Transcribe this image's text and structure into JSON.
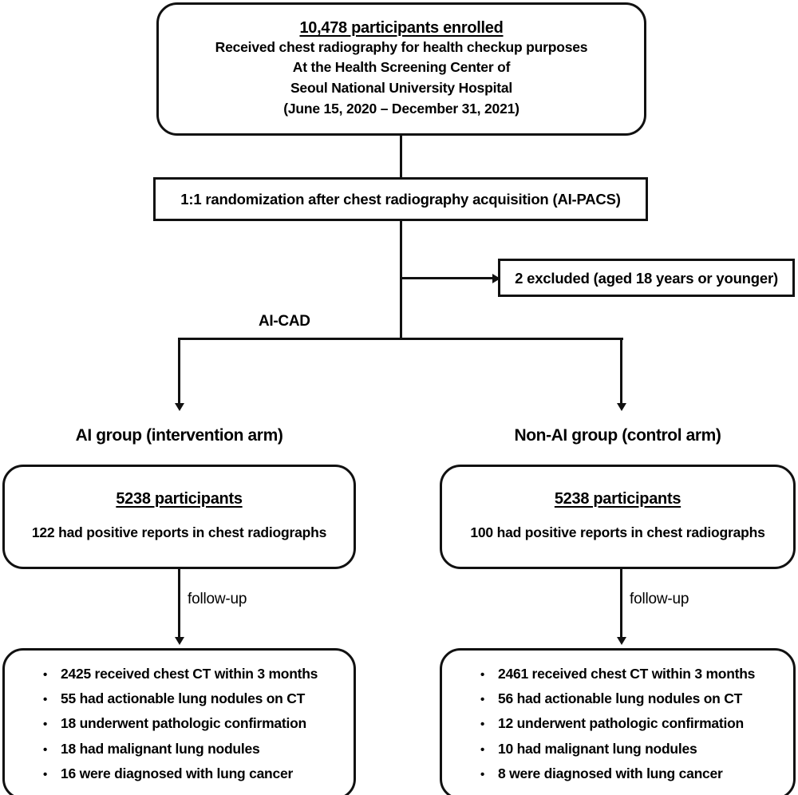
{
  "diagram": {
    "title": "CONSORT-style participant flow diagram",
    "enrollment": {
      "headline": "10,478 participants enrolled",
      "lines": [
        "Received chest radiography for health checkup purposes",
        "At the Health Screening Center of",
        "Seoul National University Hospital",
        "(June 15, 2020 – December 31, 2021)"
      ]
    },
    "randomization": {
      "text": "1:1 randomization after chest radiography acquisition (AI-PACS)"
    },
    "exclusion": {
      "text": "2 excluded (aged 18 years or younger)"
    },
    "branch_label": "AI-CAD",
    "arms": [
      {
        "header": "AI group (intervention arm)",
        "headline": "5238 participants",
        "detail": "122 had positive reports in chest radiographs",
        "followup_label": "follow-up",
        "outcomes": [
          "2425 received chest CT within 3 months",
          "55 had actionable lung nodules on CT",
          "18 underwent pathologic confirmation",
          "18 had malignant lung nodules",
          "16 were diagnosed with lung cancer"
        ]
      },
      {
        "header": "Non-AI group (control arm)",
        "headline": "5238 participants",
        "detail": "100 had positive reports in chest radiographs",
        "followup_label": "follow-up",
        "outcomes": [
          "2461 received chest CT within 3 months",
          "56 had actionable lung nodules on CT",
          "12 underwent pathologic confirmation",
          "10 had malignant lung nodules",
          "8 were diagnosed with lung cancer"
        ]
      }
    ],
    "bullet_glyph": "•",
    "colors": {
      "stroke": "#111111",
      "background": "#ffffff",
      "text": "#000000"
    }
  }
}
